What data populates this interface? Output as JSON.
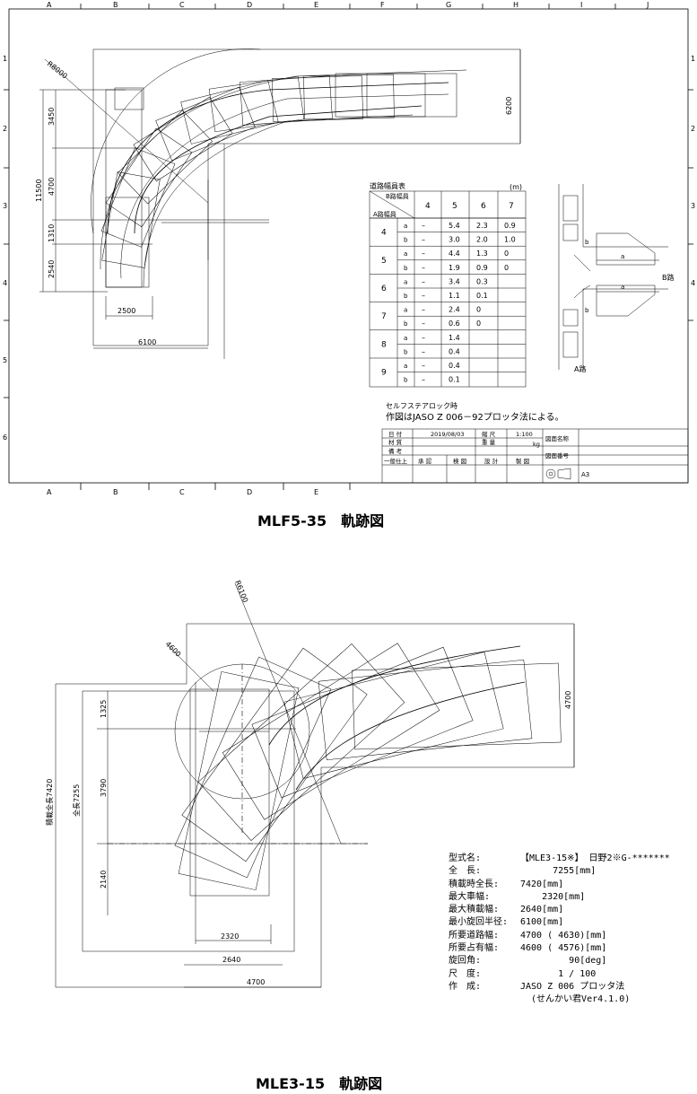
{
  "top_drawing": {
    "col_labels": [
      "A",
      "B",
      "C",
      "D",
      "E",
      "F",
      "G",
      "H",
      "I",
      "J"
    ],
    "bottom_col_labels": [
      "A",
      "B",
      "C",
      "D",
      "E"
    ],
    "row_labels": [
      "1",
      "2",
      "3",
      "4",
      "5",
      "6"
    ],
    "radius_label": "R8000",
    "dims": {
      "d3450": "3450",
      "d11500": "11500",
      "d4700": "4700",
      "d1310": "1310",
      "d2540": "2540",
      "d2500": "2500",
      "d6100": "6100",
      "d6200": "6200"
    },
    "table": {
      "title": "道路幅員表",
      "unit": "(m)",
      "header_b": "B路幅員",
      "header_a": "A路幅員",
      "col_heads": [
        "4",
        "5",
        "6",
        "7"
      ],
      "rows": [
        {
          "a_width": "4",
          "sub": "a",
          "v": [
            "–",
            "5.4",
            "2.3",
            "0.9"
          ]
        },
        {
          "a_width": "",
          "sub": "b",
          "v": [
            "–",
            "3.0",
            "2.0",
            "1.0"
          ]
        },
        {
          "a_width": "5",
          "sub": "a",
          "v": [
            "–",
            "4.4",
            "1.3",
            "0"
          ]
        },
        {
          "a_width": "",
          "sub": "b",
          "v": [
            "–",
            "1.9",
            "0.9",
            "0"
          ]
        },
        {
          "a_width": "6",
          "sub": "a",
          "v": [
            "–",
            "3.4",
            "0.3",
            ""
          ]
        },
        {
          "a_width": "",
          "sub": "b",
          "v": [
            "–",
            "1.1",
            "0.1",
            ""
          ]
        },
        {
          "a_width": "7",
          "sub": "a",
          "v": [
            "–",
            "2.4",
            "0",
            ""
          ]
        },
        {
          "a_width": "",
          "sub": "b",
          "v": [
            "–",
            "0.6",
            "0",
            ""
          ]
        },
        {
          "a_width": "8",
          "sub": "a",
          "v": [
            "–",
            "1.4",
            "",
            ""
          ]
        },
        {
          "a_width": "",
          "sub": "b",
          "v": [
            "–",
            "0.4",
            "",
            ""
          ]
        },
        {
          "a_width": "9",
          "sub": "a",
          "v": [
            "–",
            "0.4",
            "",
            ""
          ]
        },
        {
          "a_width": "",
          "sub": "b",
          "v": [
            "–",
            "0.1",
            "",
            ""
          ]
        }
      ]
    },
    "road_diagram": {
      "b_road": "B路",
      "a_road": "A路",
      "label_a": "a",
      "label_b": "b"
    },
    "notes": {
      "line1": "セルフステアロック時",
      "line2": "作図はJASO Z 006－92プロッタ法による。"
    },
    "title_block": {
      "date_label": "日 付",
      "date_value": "2019/08/03",
      "scale_label": "縮 尺",
      "scale_value": "1:100",
      "drawing_name_label": "図面名称",
      "material_label": "材 質",
      "weight_label": "重 量",
      "weight_unit": "kg",
      "remarks_label": "備 考",
      "drawing_no_label": "図面番号",
      "tolerance_label": "一般仕上",
      "approve": "承 認",
      "check": "検 図",
      "design": "設 計",
      "draft": "製 図",
      "size": "A3"
    },
    "caption": "MLF5-35　軌跡図"
  },
  "bottom_drawing": {
    "radius_label": "R6100",
    "small_radius_label": "4600",
    "dims": {
      "d4700_right": "4700",
      "d1325": "1325",
      "d3790": "3790",
      "d2140": "2140",
      "load_len": "積載全長7420",
      "full_len": "全長7255",
      "d2320": "2320",
      "d2640": "2640",
      "d4700_bottom": "4700"
    },
    "specs": [
      {
        "k": "型式名:",
        "v": "【MLE3-15※】 日野2※G-*******"
      },
      {
        "k": "全　長:",
        "v": "      7255[mm]"
      },
      {
        "k": "積載時全長:",
        "v": "7420[mm]"
      },
      {
        "k": "最大車幅:",
        "v": "    2320[mm]"
      },
      {
        "k": "最大積載幅:",
        "v": "2640[mm]"
      },
      {
        "k": "最小旋回半径:",
        "v": "6100[mm]"
      },
      {
        "k": "所要道路幅:",
        "v": "4700 ( 4630)[mm]"
      },
      {
        "k": "所要占有幅:",
        "v": "4600 ( 4576)[mm]"
      },
      {
        "k": "旋回角:",
        "v": "         90[deg]"
      },
      {
        "k": "尺　度:",
        "v": "       1 / 100"
      },
      {
        "k": "作　成:",
        "v": "JASO Z 006 プロッタ法"
      },
      {
        "k": "",
        "v": "  (せんかい君Ver4.1.0)"
      }
    ],
    "caption": "MLE3-15　軌跡図"
  }
}
